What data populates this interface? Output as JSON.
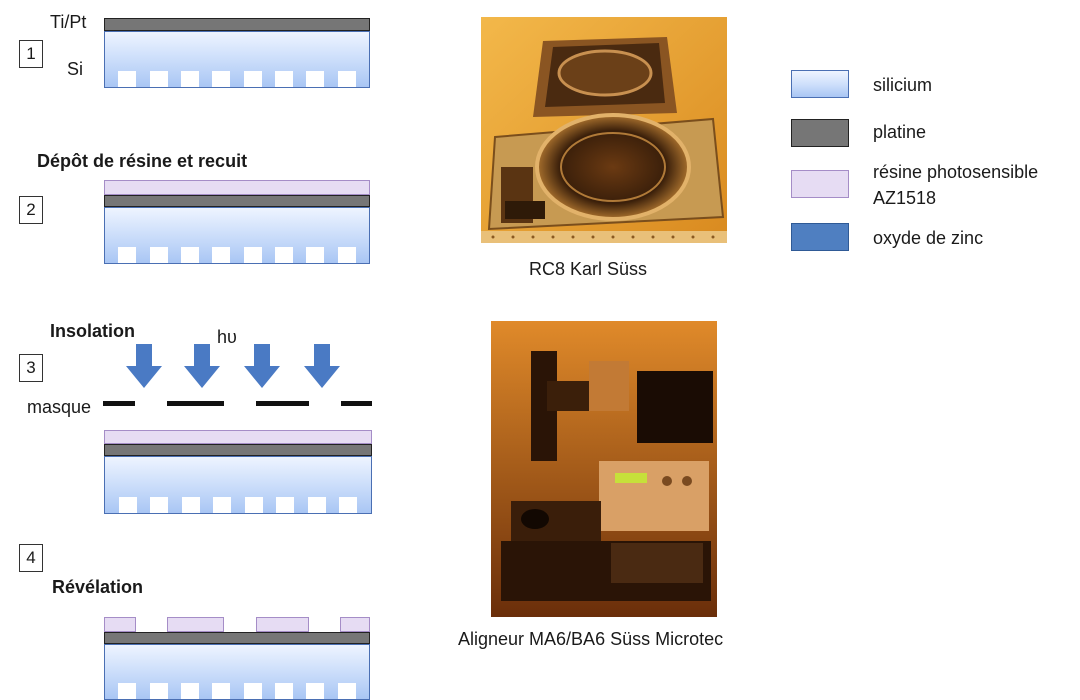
{
  "step1": {
    "number": "1",
    "label_tipt": "Ti/Pt",
    "label_si": "Si"
  },
  "step2": {
    "number": "2",
    "title": "Dépôt de résine et recuit"
  },
  "step3": {
    "number": "3",
    "title": "Insolation",
    "light": "hυ",
    "mask_label": "masque"
  },
  "step4": {
    "number": "4",
    "title": "Révélation"
  },
  "photos": {
    "spinner_caption": "RC8 Karl Süss",
    "aligner_caption": "Aligneur MA6/BA6 Süss Microtec"
  },
  "legend": [
    {
      "label": "silicium",
      "color": "#cfe0fb"
    },
    {
      "label": "platine",
      "color": "#767676"
    },
    {
      "label": "résine photosensible",
      "label2": "AZ1518",
      "color": "#e6dcf3"
    },
    {
      "label": "oxyde de zinc",
      "color": "#4f7fc1"
    }
  ],
  "colors": {
    "arrow": "#4a7ac4",
    "silicon_border": "#4a6fb3"
  }
}
